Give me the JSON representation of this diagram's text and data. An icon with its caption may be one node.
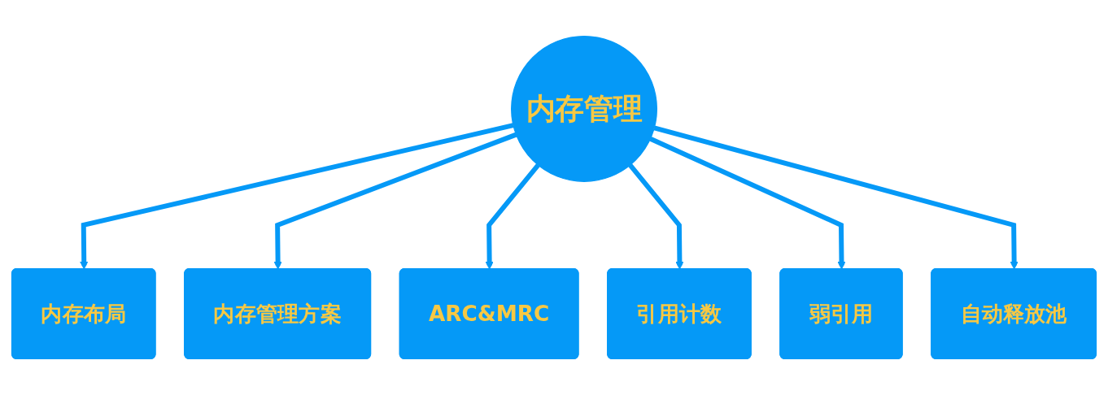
{
  "diagram": {
    "nodes": [
      {
        "text": [
          "内存布局"
        ]
      },
      {
        "text": [
          "内存管理方案"
        ]
      },
      {
        "text": [
          "ARC&MRC"
        ]
      },
      {
        "text": [
          "内存管理"
        ]
      },
      {
        "text": [
          "引用计数"
        ]
      },
      {
        "text": [
          "弱引用"
        ]
      },
      {
        "text": [
          "自动释放池"
        ]
      }
    ],
    "edges": [
      {
        "from": 3,
        "to": 0,
        "arrow": "to"
      },
      {
        "from": 3,
        "to": 1,
        "arrow": "to"
      },
      {
        "from": 3,
        "to": 2,
        "arrow": "to"
      },
      {
        "from": 3,
        "to": 4,
        "arrow": "to"
      },
      {
        "from": 3,
        "to": 5,
        "arrow": "to"
      },
      {
        "from": 3,
        "to": 6,
        "arrow": "to"
      }
    ]
  }
}
